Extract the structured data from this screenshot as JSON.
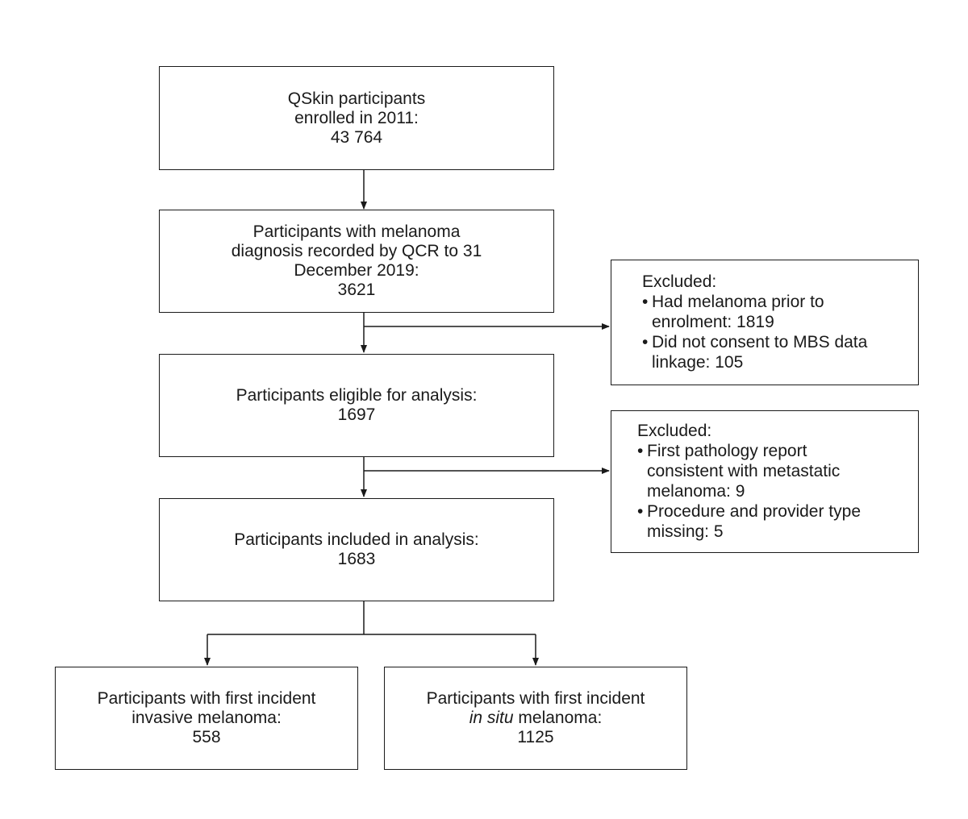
{
  "boxes": {
    "enrolled": {
      "line1": "QSkin participants",
      "line2": "enrolled in 2011:",
      "count": "43 764"
    },
    "melanoma_dx": {
      "line1": "Participants with melanoma",
      "line2": "diagnosis recorded by QCR to 31",
      "line3": "December 2019:",
      "count": "3621"
    },
    "eligible": {
      "line1": "Participants eligible for analysis:",
      "count": "1697"
    },
    "included": {
      "line1": "Participants included in analysis:",
      "count": "1683"
    },
    "invasive": {
      "line1": "Participants with first incident",
      "line2": "invasive melanoma:",
      "count": "558"
    },
    "in_situ": {
      "line1": "Participants with first incident",
      "line2_italic": "in situ",
      "line2_rest": " melanoma:",
      "count": "1125"
    }
  },
  "exclusions": {
    "first": {
      "heading": "Excluded:",
      "items": [
        {
          "line1": "Had melanoma prior to",
          "line2": "enrolment: 1819"
        },
        {
          "line1": "Did not consent to MBS data",
          "line2": "linkage: 105"
        }
      ]
    },
    "second": {
      "heading": "Excluded:",
      "items": [
        {
          "line1": "First pathology report",
          "line2": "consistent with metastatic",
          "line3": "melanoma: 9"
        },
        {
          "line1": "Procedure and provider type",
          "line2": "missing: 5"
        }
      ]
    }
  }
}
